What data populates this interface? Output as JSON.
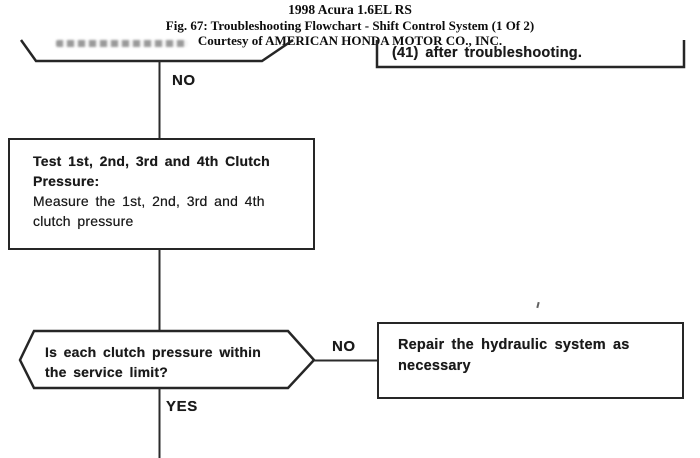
{
  "header": {
    "title": "1998 Acura 1.6EL RS",
    "figure_caption": "Fig. 67: Troubleshooting Flowchart - Shift Control System (1 Of 2)",
    "courtesy": "Courtesy of AMERICAN HONDA MOTOR CO., INC."
  },
  "flowchart": {
    "continuation_box": {
      "lines": [
        "(41) after troubleshooting."
      ]
    },
    "top_connector_label": "NO",
    "test_box": {
      "lines": [
        "Test 1st, 2nd, 3rd and 4th Clutch",
        "Pressure:",
        "Measure the 1st, 2nd, 3rd and 4th",
        "clutch pressure"
      ]
    },
    "decision": {
      "lines": [
        "Is each clutch pressure within",
        "the service limit?"
      ]
    },
    "decision_no_label": "NO",
    "decision_yes_label": "YES",
    "repair_box": {
      "lines": [
        "Repair the hydraulic system as",
        "necessary"
      ]
    },
    "colors": {
      "ink": "#262626",
      "paper": "#ffffff"
    }
  }
}
